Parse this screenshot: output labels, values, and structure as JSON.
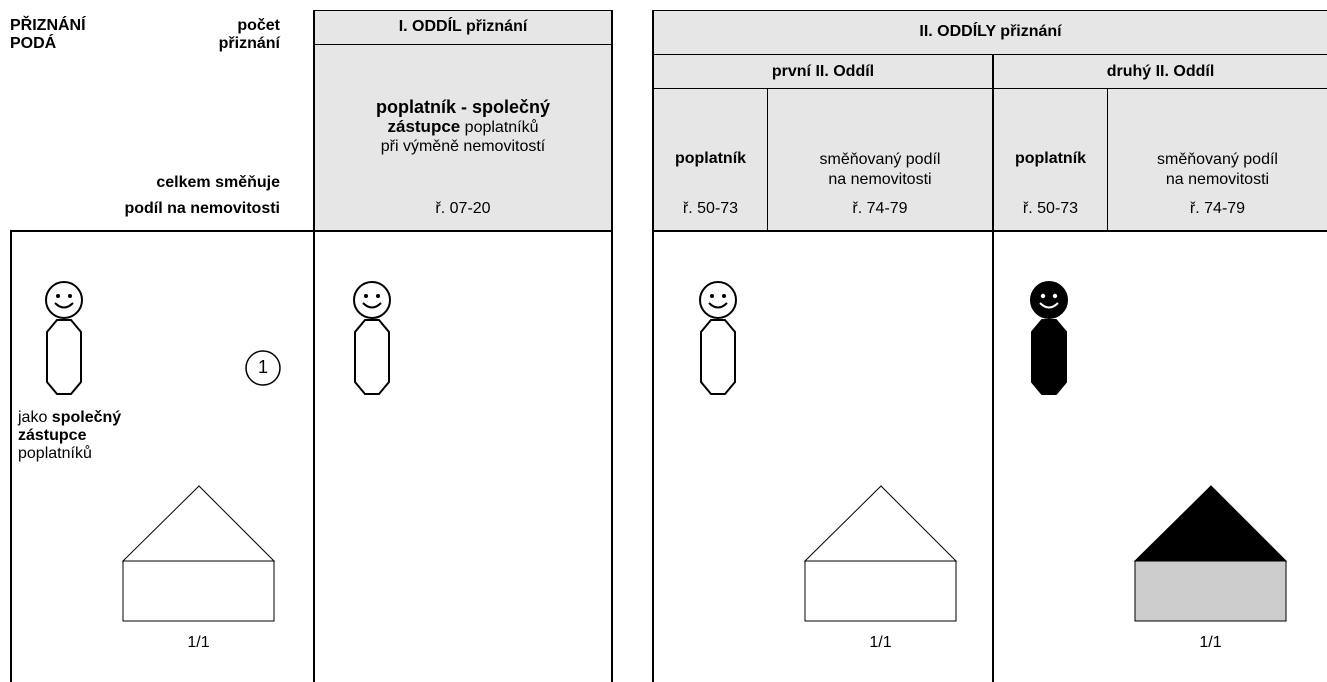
{
  "left_header": {
    "title_line1": "PŘIZNÁNÍ",
    "title_line2": "PODÁ",
    "count_line1": "počet",
    "count_line2": "přiznání",
    "share_line1": "celkem směňuje",
    "share_line2": "podíl na nemovitosti"
  },
  "section1": {
    "title": "I. ODDÍL přiznání",
    "desc_bold_line1": "poplatník - společný",
    "desc_bold_line2": "zástupce",
    "desc_normal_line2": " poplatníků",
    "desc_line3": "při výměně nemovitostí",
    "rows": "ř. 07-20"
  },
  "section2": {
    "title": "II. ODDÍLY přiznání",
    "first": {
      "title": "první II. Oddíl",
      "payer_label": "poplatník",
      "share_line1": "směňovaný podíl",
      "share_line2": "na nemovitosti",
      "payer_rows": "ř. 50-73",
      "share_rows": "ř. 74-79"
    },
    "second": {
      "title": "druhý II. Oddíl",
      "payer_label": "poplatník",
      "share_line1": "směňovaný podíl",
      "share_line2": "na nemovitosti",
      "payer_rows": "ř. 50-73",
      "share_rows": "ř. 74-79"
    }
  },
  "body": {
    "count_badge": "1",
    "role_prefix": "jako ",
    "role_bold1": "společný",
    "role_bold2": "zástupce",
    "role_line3": "poplatníků",
    "share_left": "1/1",
    "share_first": "1/1",
    "share_second": "1/1"
  },
  "colors": {
    "header_shade": "#e6e6e6",
    "house_body_fill": "#cccccc",
    "filled_figure": "#000000"
  }
}
